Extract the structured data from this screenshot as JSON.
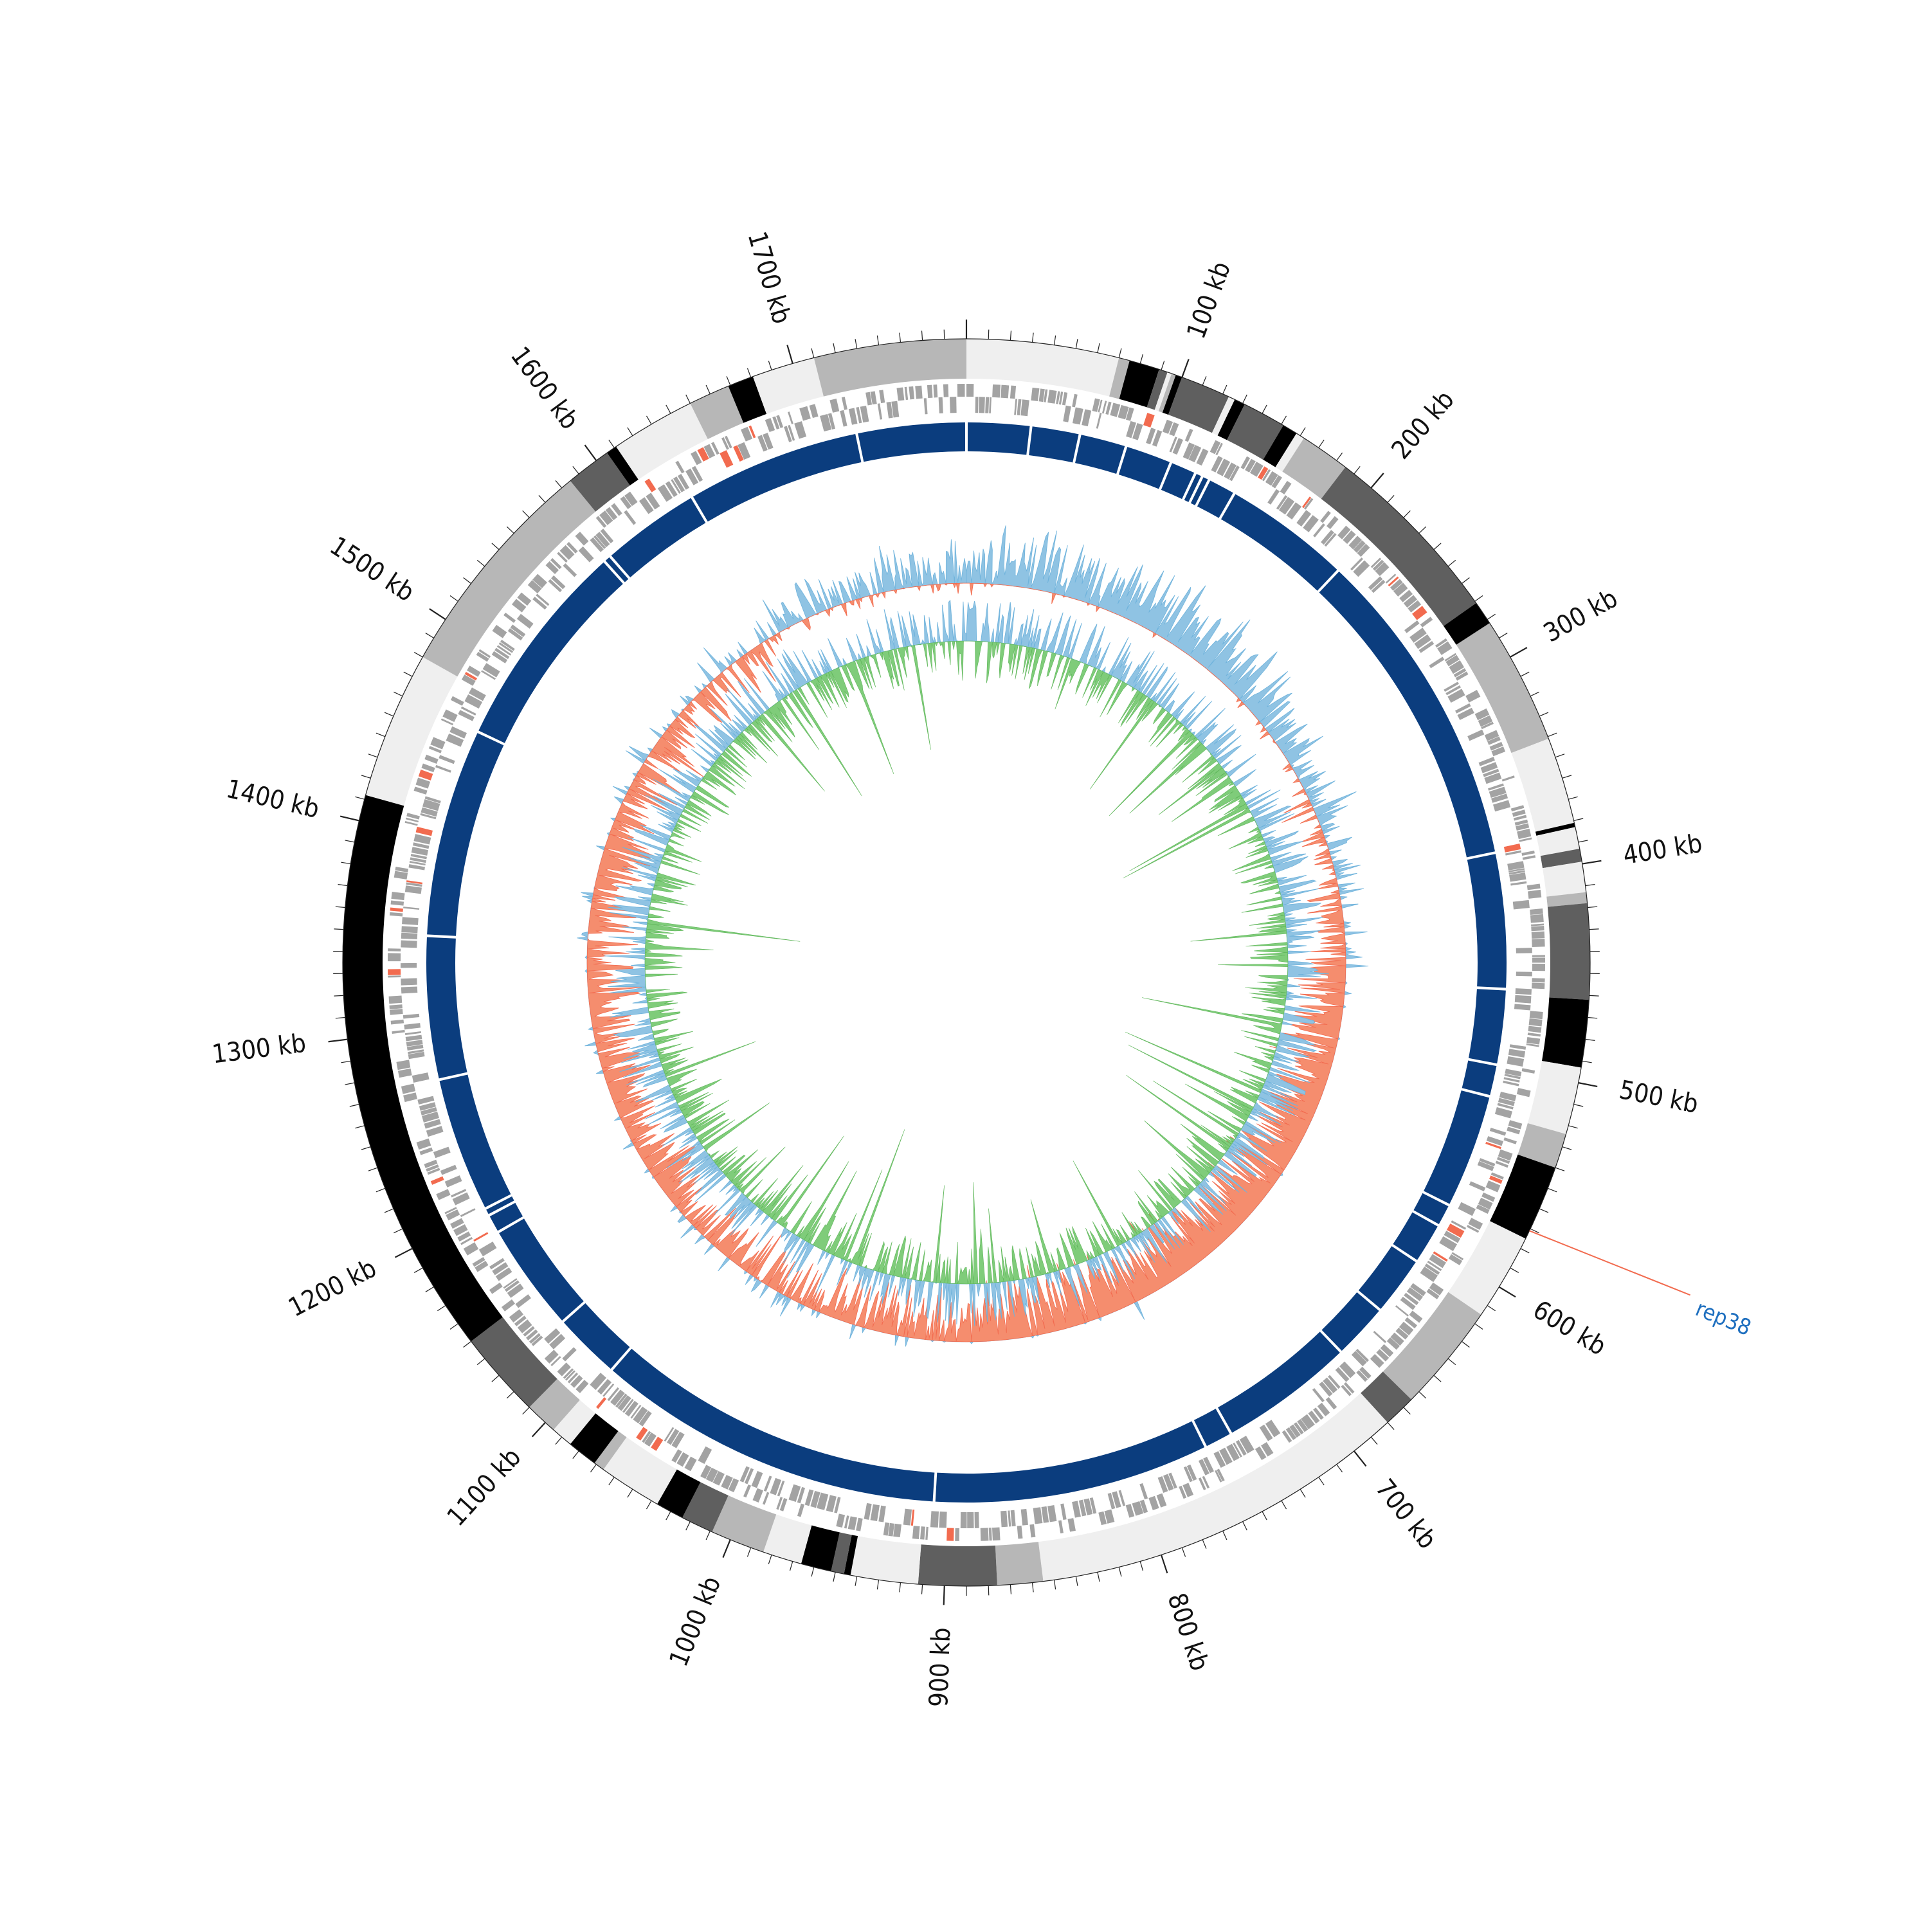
{
  "genome": {
    "length_kb": 1780,
    "tick_labels": [
      "100 kb",
      "200 kb",
      "300 kb",
      "400 kb",
      "500 kb",
      "600 kb",
      "700 kb",
      "800 kb",
      "900 kb",
      "1000 kb",
      "1100 kb",
      "1200 kb",
      "1300 kb",
      "1400 kb",
      "1500 kb",
      "1600 kb",
      "1700 kb"
    ],
    "tick_positions_kb": [
      100,
      200,
      300,
      400,
      500,
      600,
      700,
      800,
      900,
      1000,
      1100,
      1200,
      1300,
      1400,
      1500,
      1600,
      1700
    ]
  },
  "colors": {
    "band_black": "#000000",
    "band_dark": "#5f5f5f",
    "band_mid": "#b7b7b7",
    "band_light": "#efefef",
    "gene": "#a3a3a3",
    "gene_rna": "#f26b4f",
    "contig": "#0b3d7e",
    "positive": "#8fc3e3",
    "negative": "#f58d6e",
    "skew_fill": "#7fcc7a",
    "skew_line": "#6fb3dc",
    "callout": "#1e6fbf",
    "callout_line": "#f26b4f"
  },
  "karyotype_bands_kb": [
    [
      0,
      70,
      "light"
    ],
    [
      70,
      75,
      "mid"
    ],
    [
      75,
      89,
      "black"
    ],
    [
      89,
      93,
      "dark"
    ],
    [
      93,
      95,
      "light"
    ],
    [
      95,
      97,
      "mid"
    ],
    [
      97,
      100,
      "black"
    ],
    [
      100,
      123,
      "dark"
    ],
    [
      123,
      126,
      "light"
    ],
    [
      126,
      131,
      "black"
    ],
    [
      131,
      151,
      "dark"
    ],
    [
      151,
      158,
      "black"
    ],
    [
      158,
      162,
      "light"
    ],
    [
      162,
      185,
      "mid"
    ],
    [
      185,
      271,
      "dark"
    ],
    [
      271,
      282,
      "black"
    ],
    [
      282,
      341,
      "mid"
    ],
    [
      341,
      381,
      "light"
    ],
    [
      381,
      383,
      "black"
    ],
    [
      383,
      393,
      "light"
    ],
    [
      393,
      399,
      "dark"
    ],
    [
      399,
      413,
      "light"
    ],
    [
      413,
      418,
      "mid"
    ],
    [
      418,
      462,
      "dark"
    ],
    [
      462,
      493,
      "black"
    ],
    [
      493,
      524,
      "light"
    ],
    [
      524,
      540,
      "mid"
    ],
    [
      540,
      575,
      "black"
    ],
    [
      575,
      615,
      "light"
    ],
    [
      615,
      665,
      "mid"
    ],
    [
      665,
      680,
      "dark"
    ],
    [
      680,
      855,
      "light"
    ],
    [
      855,
      876,
      "mid"
    ],
    [
      876,
      912,
      "dark"
    ],
    [
      912,
      943,
      "light"
    ],
    [
      943,
      946,
      "black"
    ],
    [
      946,
      952,
      "dark"
    ],
    [
      952,
      966,
      "black"
    ],
    [
      966,
      984,
      "light"
    ],
    [
      984,
      1009,
      "mid"
    ],
    [
      1009,
      1024,
      "dark"
    ],
    [
      1024,
      1037,
      "black"
    ],
    [
      1037,
      1066,
      "light"
    ],
    [
      1066,
      1071,
      "mid"
    ],
    [
      1071,
      1085,
      "black"
    ],
    [
      1085,
      1095,
      "light"
    ],
    [
      1095,
      1110,
      "mid"
    ],
    [
      1110,
      1150,
      "dark"
    ],
    [
      1150,
      1412,
      "black"
    ],
    [
      1412,
      1480,
      "light"
    ],
    [
      1480,
      1585,
      "mid"
    ],
    [
      1585,
      1606,
      "dark"
    ],
    [
      1606,
      1611,
      "black"
    ],
    [
      1611,
      1650,
      "light"
    ],
    [
      1650,
      1669,
      "mid"
    ],
    [
      1669,
      1681,
      "black"
    ],
    [
      1681,
      1710,
      "light"
    ],
    [
      1710,
      1780,
      "mid"
    ]
  ],
  "contigs_kb": [
    [
      0,
      34
    ],
    [
      34,
      60
    ],
    [
      60,
      85
    ],
    [
      85,
      110
    ],
    [
      110,
      124
    ],
    [
      124,
      128
    ],
    [
      128,
      132
    ],
    [
      132,
      147
    ],
    [
      147,
      215
    ],
    [
      215,
      387
    ],
    [
      387,
      459
    ],
    [
      459,
      499
    ],
    [
      499,
      516
    ],
    [
      516,
      577
    ],
    [
      577,
      589
    ],
    [
      589,
      611
    ],
    [
      611,
      643
    ],
    [
      643,
      673
    ],
    [
      673,
      745
    ],
    [
      745,
      760
    ],
    [
      760,
      907
    ],
    [
      907,
      1093
    ],
    [
      1093,
      1129
    ],
    [
      1129,
      1187
    ],
    [
      1187,
      1197
    ],
    [
      1197,
      1201
    ],
    [
      1201,
      1273
    ],
    [
      1273,
      1349
    ],
    [
      1349,
      1460
    ],
    [
      1460,
      1572
    ],
    [
      1572,
      1576
    ],
    [
      1576,
      1629
    ],
    [
      1629,
      1722
    ],
    [
      1722,
      1780
    ]
  ],
  "annotations": [
    {
      "label": "rep38",
      "position_kb": 571
    }
  ]
}
